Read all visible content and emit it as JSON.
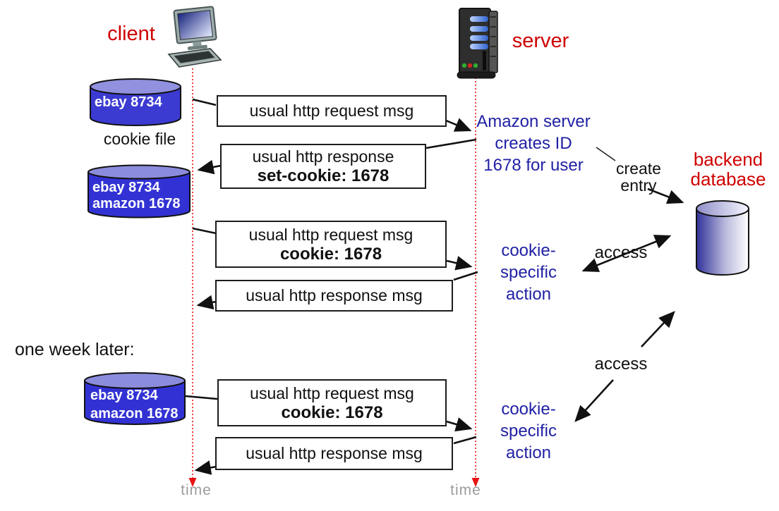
{
  "palette": {
    "label_red": "#cf0000",
    "note_blue": "#2121a5",
    "timeline_red": "#ef2222",
    "cookie_cylinder_body": "#3434d3",
    "cookie_cylinder_top": "#8e8ede",
    "backend_cylinder_gradient": [
      "#31319b",
      "#ffffff"
    ],
    "time_gray": "#9c9c9c",
    "box_border": "#1c1c1c"
  },
  "icons": {
    "client": "desktop-computer-icon",
    "server": "server-tower-icon",
    "cookie_store": "database-cylinder-icon",
    "backend": "database-cylinder-icon"
  },
  "endpoints": {
    "client_label": "client",
    "server_label": "server"
  },
  "cookie_file": {
    "caption": "cookie file",
    "initial": "ebay 8734",
    "after_set_cookie": "ebay 8734\namazon 1678",
    "one_week_later": "ebay 8734\namazon 1678"
  },
  "messages": {
    "request1": {
      "line1": "usual http request msg"
    },
    "response1": {
      "line1": "usual http response",
      "line2": "set-cookie: 1678"
    },
    "request2": {
      "line1": "usual http request msg",
      "line2": "cookie: 1678"
    },
    "response2": {
      "line1": "usual http response msg"
    },
    "request3": {
      "line1": "usual http request msg",
      "line2": "cookie: 1678"
    },
    "response3": {
      "line1": "usual http response msg"
    }
  },
  "notes": {
    "amazon_creates_id": "Amazon server\ncreates ID\n1678 for user",
    "create_entry": "create\nentry",
    "backend_database": "backend\ndatabase",
    "cookie_specific_action_1": "cookie-\nspecific\naction",
    "cookie_specific_action_2": "cookie-\nspecific\naction",
    "access_1": "access",
    "access_2": "access",
    "one_week_later": "one week later:"
  },
  "timeline": {
    "client_time_label": "time",
    "server_time_label": "time"
  }
}
